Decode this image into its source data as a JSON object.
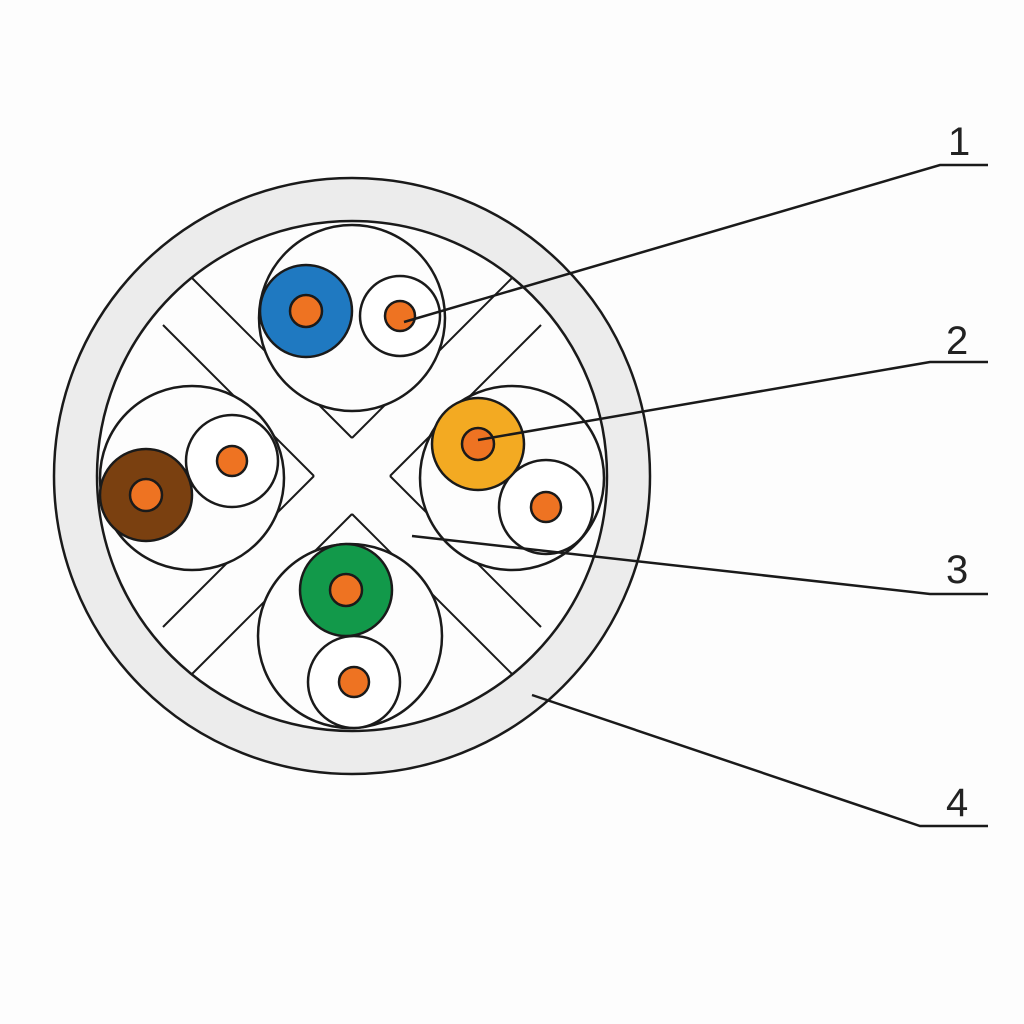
{
  "diagram": {
    "type": "cable cross-section",
    "colors": {
      "jacket": "#ececec",
      "line": "#1a1a1a",
      "conductor": "#ee7322",
      "blue": "#1f79c1",
      "brown": "#7a4010",
      "orange": "#f3aa22",
      "green": "#12994a"
    },
    "callouts": [
      {
        "label": "1"
      },
      {
        "label": "2"
      },
      {
        "label": "3"
      },
      {
        "label": "4"
      }
    ]
  }
}
